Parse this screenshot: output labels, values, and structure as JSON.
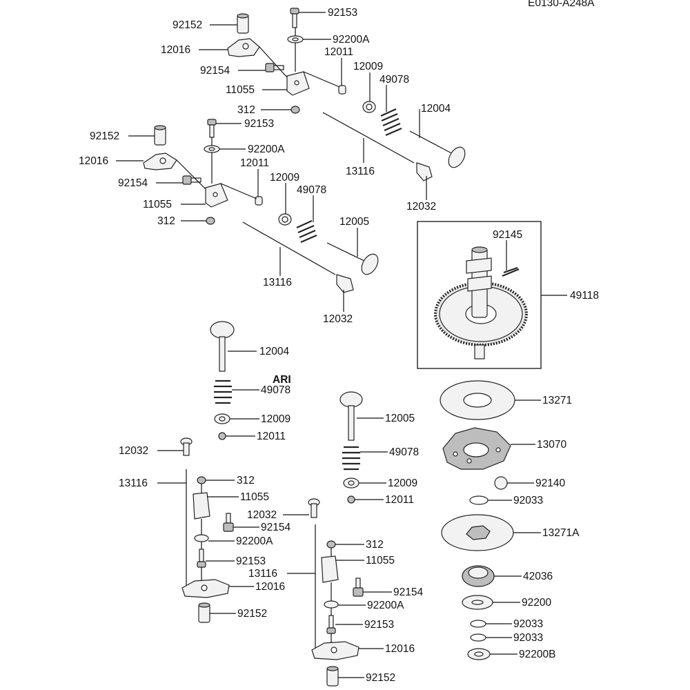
{
  "drawing_code": "E0130-A248A",
  "watermark": "ARI",
  "labels": {
    "L1": "92153",
    "L2": "92152",
    "L3": "92200A",
    "L4": "12016",
    "L5": "12011",
    "L6": "92154",
    "L7": "12009",
    "L8": "49078",
    "L9": "11055",
    "L10": "312",
    "L11": "12004",
    "L12": "92152",
    "L13": "92153",
    "L14": "92200A",
    "L15": "12016",
    "L16": "12011",
    "L17": "13116",
    "L18": "12009",
    "L19": "49078",
    "L20": "92154",
    "L21": "12032",
    "L22": "11055",
    "L23": "12005",
    "L24": "312",
    "L25": "92145",
    "L26": "13116",
    "L27": "49118",
    "L28": "12032",
    "L29": "12004",
    "L30": "49078",
    "L31": "13271",
    "L32": "12009",
    "L33": "12005",
    "L34": "12011",
    "L35": "13070",
    "L36": "12032",
    "L37": "49078",
    "L38": "312",
    "L39": "13116",
    "L40": "12009",
    "L41": "92140",
    "L42": "11055",
    "L43": "12011",
    "L44": "92033",
    "L45": "12032",
    "L46": "92154",
    "L47": "13271A",
    "L48": "92200A",
    "L49": "312",
    "L50": "92153",
    "L51": "11055",
    "L52": "12016",
    "L53": "13116",
    "L54": "42036",
    "L55": "92154",
    "L56": "92152",
    "L57": "92200",
    "L58": "92200A",
    "L59": "92153",
    "L60": "92033",
    "L61": "92033",
    "L62": "12016",
    "L63": "92200B",
    "L64": "92152"
  }
}
